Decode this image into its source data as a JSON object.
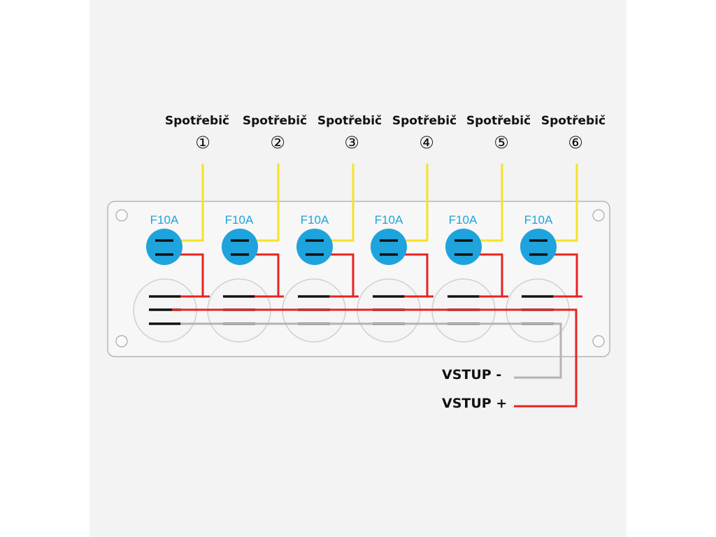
{
  "loads": [
    {
      "label": "Spotřebič",
      "number": "①"
    },
    {
      "label": "Spotřebič",
      "number": "②"
    },
    {
      "label": "Spotřebič",
      "number": "③"
    },
    {
      "label": "Spotřebič",
      "number": "④"
    },
    {
      "label": "Spotřebič",
      "number": "⑤"
    },
    {
      "label": "Spotřebič",
      "number": "⑥"
    }
  ],
  "fuses": [
    "F10A",
    "F10A",
    "F10A",
    "F10A",
    "F10A",
    "F10A"
  ],
  "inputs": {
    "negative": "VSTUP -",
    "positive": "VSTUP +"
  },
  "colors": {
    "load_wire": "#f2e32a",
    "positive_wire": "#e8231f",
    "negative_wire": "#b3b3b3",
    "fuse_body": "#1fa3dc",
    "panel_outline": "#a8a8a8"
  }
}
